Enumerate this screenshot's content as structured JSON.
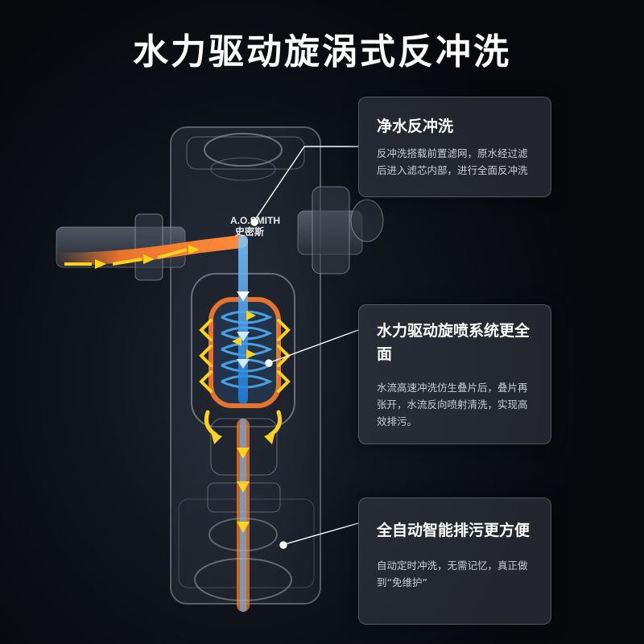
{
  "title": "水力驱动旋涡式反冲洗",
  "brand_logo": {
    "line1": "A.O.SMITH",
    "line2": "史密斯"
  },
  "callouts": [
    {
      "heading": "净水反冲洗",
      "body": "反冲洗搭载前置滤网，原水经过滤后进入滤芯内部，进行全面反冲洗"
    },
    {
      "heading": "水力驱动旋喷系统更全面",
      "body": "水流高速冲洗仿生叠片后，叠片再张开，水流反向喷射清洗，实现高效排污。"
    },
    {
      "heading": "全自动智能排污更方便",
      "body": "自动定时冲洗，无需记忆，真正做到“免维护”"
    }
  ],
  "colors": {
    "background": "#0a0d12",
    "water_blue": "#3aa8ff",
    "arrow_yellow": "#ffd21e",
    "flow_orange": "#ff7a2a"
  }
}
